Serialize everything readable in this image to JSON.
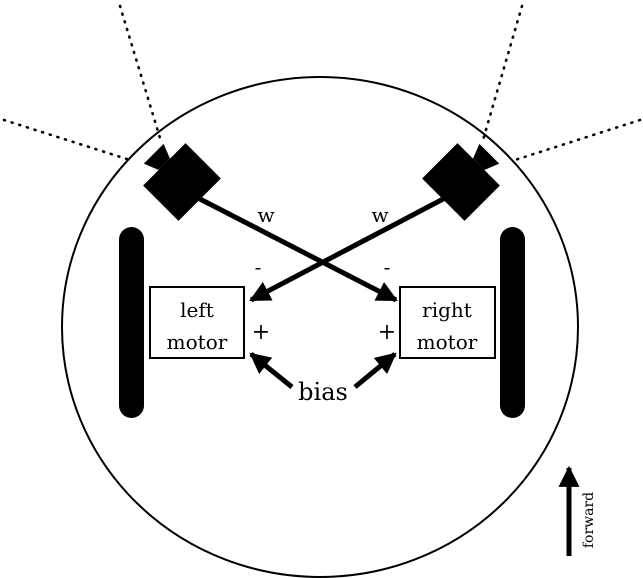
{
  "labels": {
    "weight_left": "w",
    "weight_right": "w",
    "left_minus": "-",
    "right_minus": "-",
    "left_plus": "+",
    "right_plus": "+",
    "left_motor_line1": "left",
    "left_motor_line2": "motor",
    "right_motor_line1": "right",
    "right_motor_line2": "motor",
    "bias": "bias",
    "forward": "forward"
  }
}
